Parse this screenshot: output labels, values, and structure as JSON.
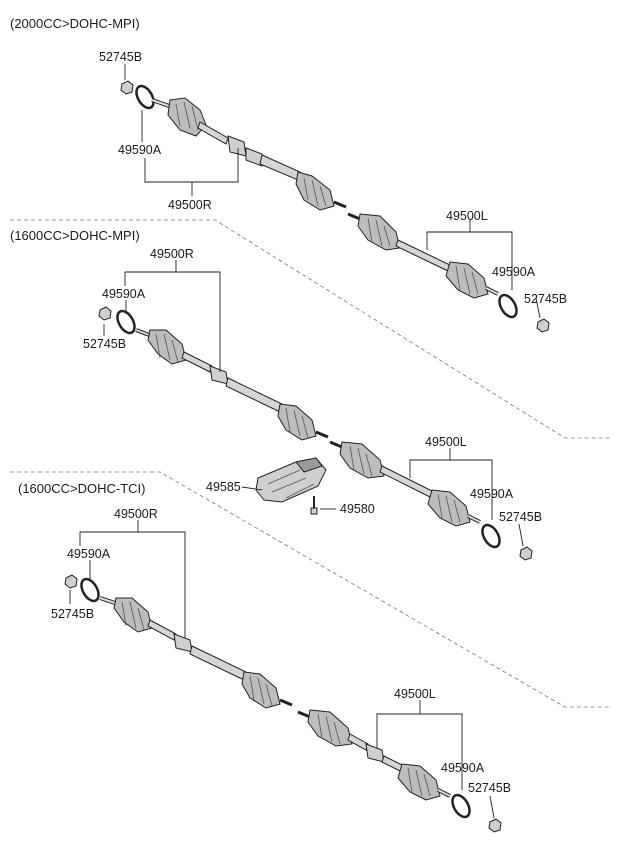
{
  "sections": [
    {
      "title": "(2000CC>DOHC-MPI)",
      "labels": {
        "nut_right": "52745B",
        "ring_right": "49590A",
        "shaft_right": "49500R",
        "shaft_left": "49500L",
        "ring_left": "49590A",
        "nut_left": "52745B"
      }
    },
    {
      "title": "(1600CC>DOHC-MPI)",
      "labels": {
        "shaft_right": "49500R",
        "ring_right": "49590A",
        "nut_right": "52745B",
        "shaft_left": "49500L",
        "ring_left": "49590A",
        "nut_left": "52745B",
        "bracket": "49585",
        "bolt": "49580"
      }
    },
    {
      "title": "(1600CC>DOHC-TCI)",
      "labels": {
        "shaft_right": "49500R",
        "ring_right": "49590A",
        "nut_right": "52745B",
        "shaft_left": "49500L",
        "ring_left": "49590A",
        "nut_left": "52745B"
      }
    }
  ]
}
